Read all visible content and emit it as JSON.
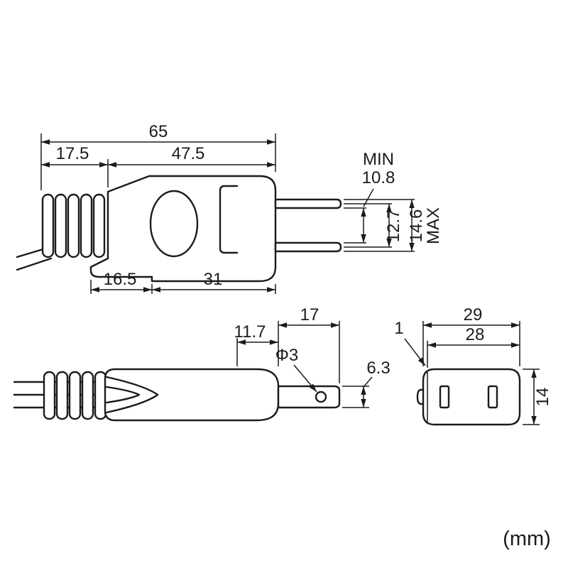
{
  "drawing": {
    "unit_label": "(mm)",
    "top_view": {
      "overall_length": "65",
      "grip_length": "17.5",
      "body_length": "47.5",
      "rear_section": "16.5",
      "front_section": "31",
      "blade_gap_min_label": "MIN",
      "blade_gap_min": "10.8",
      "blade_pitch": "12.7",
      "blade_span_max_label": "MAX",
      "blade_span_max": "14.6"
    },
    "side_view": {
      "blade_length": "17",
      "tip_to_hole": "11.7",
      "hole_diameter": "Φ3",
      "blade_width": "6.3"
    },
    "front_view": {
      "face_width_outer": "29",
      "face_width_inner": "28",
      "lip": "1",
      "face_height": "14"
    }
  }
}
